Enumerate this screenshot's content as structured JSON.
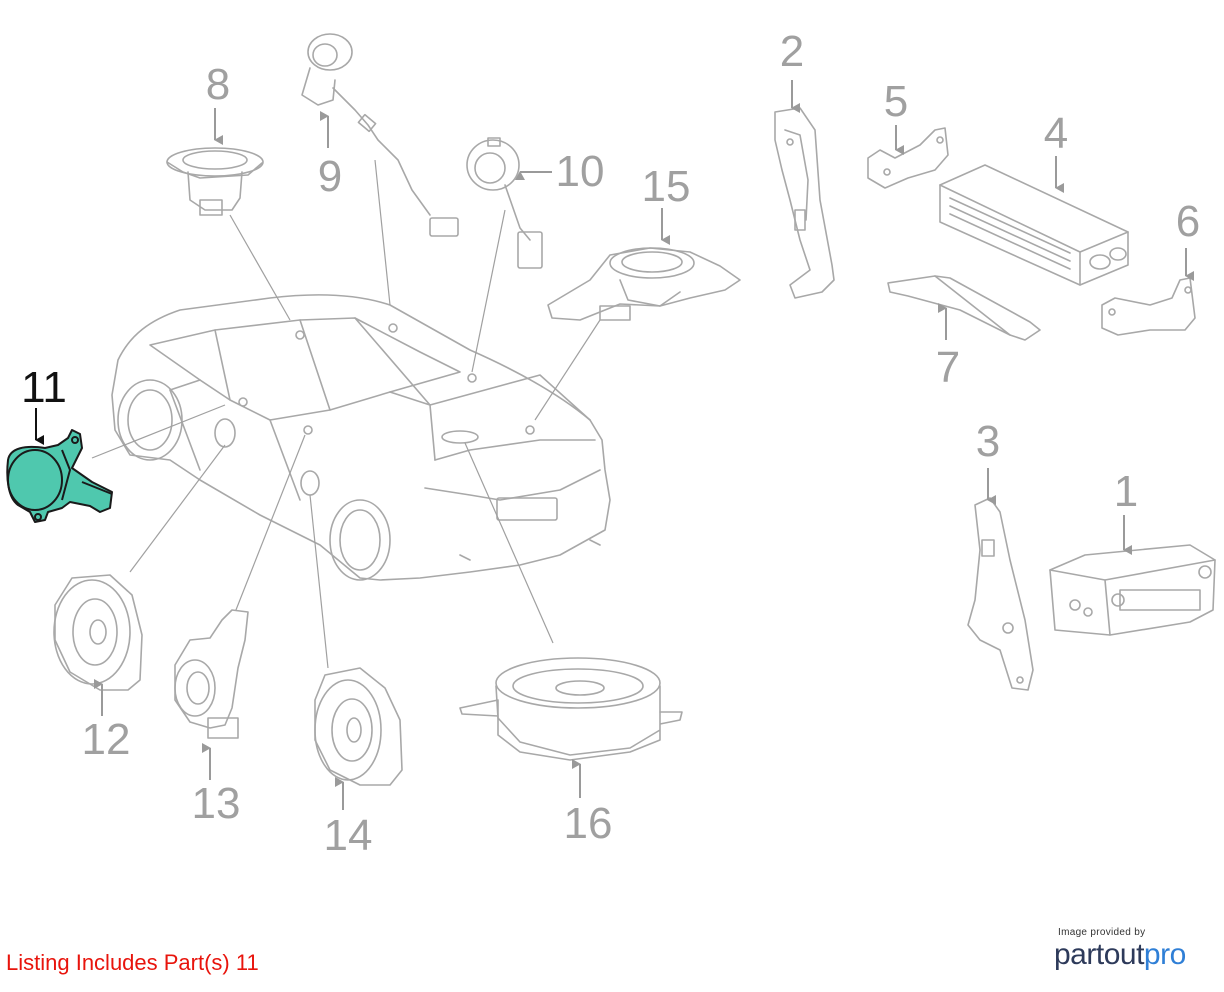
{
  "diagram": {
    "callouts": [
      {
        "id": "1",
        "label": "1"
      },
      {
        "id": "2",
        "label": "2"
      },
      {
        "id": "3",
        "label": "3"
      },
      {
        "id": "4",
        "label": "4"
      },
      {
        "id": "5",
        "label": "5"
      },
      {
        "id": "6",
        "label": "6"
      },
      {
        "id": "7",
        "label": "7"
      },
      {
        "id": "8",
        "label": "8"
      },
      {
        "id": "9",
        "label": "9"
      },
      {
        "id": "10",
        "label": "10"
      },
      {
        "id": "11",
        "label": "11"
      },
      {
        "id": "12",
        "label": "12"
      },
      {
        "id": "13",
        "label": "13"
      },
      {
        "id": "14",
        "label": "14"
      },
      {
        "id": "15",
        "label": "15"
      },
      {
        "id": "16",
        "label": "16"
      }
    ],
    "highlighted_part": "11",
    "highlight_color": "#4fc8ae",
    "part_line_color": "#a8a8a8"
  },
  "footer": {
    "listing_text": "Listing Includes Part(s) 11",
    "listing_color": "#e8140c",
    "credit_text": "Image provided by",
    "brand_part1": "partout",
    "brand_part2": "pro"
  }
}
